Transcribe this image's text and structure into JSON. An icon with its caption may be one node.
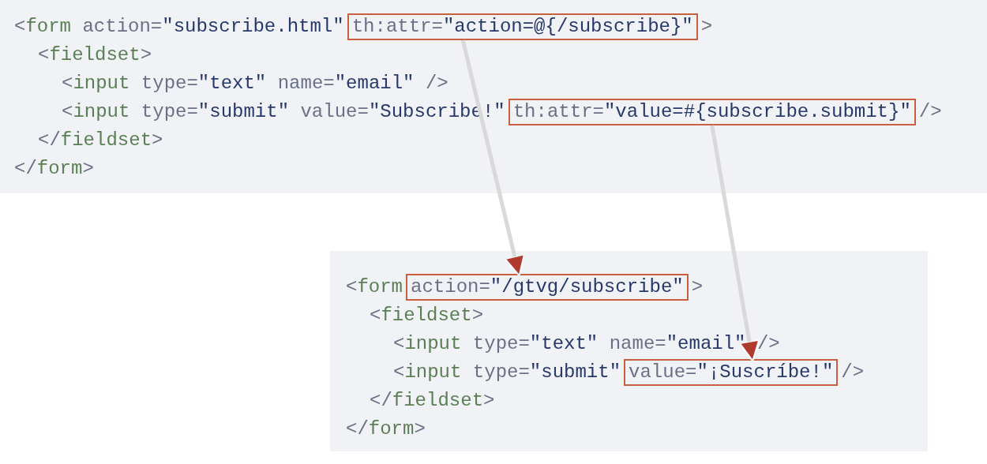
{
  "diagram": {
    "nodes": [
      {
        "text": [
          "<form action=\"subscribe.html\"",
          ">",
          "<fieldset>",
          "<input type=\"text\" name=\"email\" />",
          "<input type=\"submit\" value=\"Subscribe!\"",
          "/>",
          "</fieldset>",
          "</form>"
        ]
      },
      {
        "text": [
          "th:attr=\"action=@{/subscribe}\""
        ],
        "in": 0
      },
      {
        "text": [
          "th:attr=\"value=#{subscribe.submit}\""
        ],
        "in": 0
      },
      {
        "text": [
          "<form",
          ">",
          "<fieldset>",
          "<input type=\"text\" name=\"email\" />",
          "<input type=\"submit\"",
          "/>",
          "</fieldset>",
          "</form>"
        ]
      },
      {
        "text": [
          "action=\"/gtvg/subscribe\""
        ],
        "in": 3
      },
      {
        "text": [
          "value=\"¡Suscríbe!\""
        ],
        "in": 3
      }
    ],
    "edges": [
      {
        "from": 1,
        "to": 4,
        "arrow": "to"
      },
      {
        "from": 2,
        "to": 5,
        "arrow": "to"
      }
    ]
  }
}
